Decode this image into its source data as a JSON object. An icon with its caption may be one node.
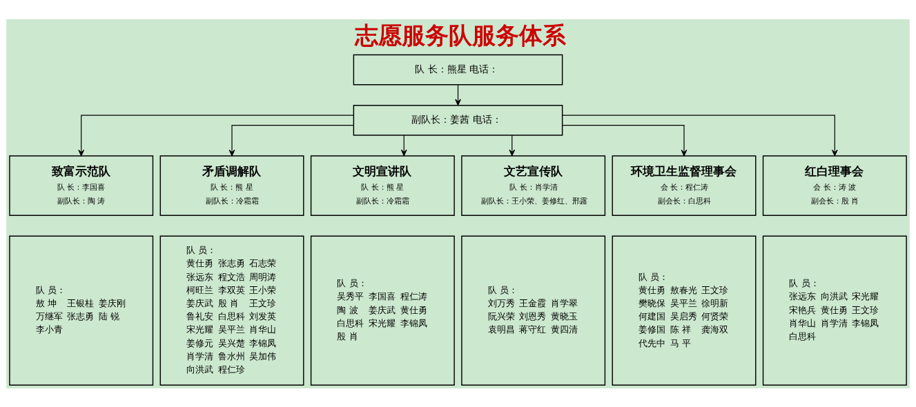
{
  "diagram": {
    "title": "志愿服务队服务体系",
    "nodes": [
      {
        "text": [
          "队 长：熊星 电话："
        ]
      },
      {
        "text": [
          "副队长：姜茜 电话："
        ]
      },
      {
        "text": [
          "致富示范队",
          "队 长：李国喜",
          "副队长：陶 涛"
        ]
      },
      {
        "text": [
          "矛盾调解队",
          "队 长：熊 星",
          "副队长：冷霜霜"
        ]
      },
      {
        "text": [
          "文明宣讲队",
          "队 长：熊 星",
          "副队长：冷霜霜"
        ]
      },
      {
        "text": [
          "文艺宣传队",
          "队 长：肖学清",
          "副队长：王小荣、姜修红、邢露"
        ]
      },
      {
        "text": [
          "环境卫生监督理事会",
          "会 长：程仁涛",
          "副会长：白思科"
        ]
      },
      {
        "text": [
          "红白理事会",
          "会 长：涛 波",
          "副会长：殷 肖"
        ]
      },
      {
        "text": [
          "队 员：",
          "敖 坤",
          "王银桂",
          "姜庆刚",
          "万继军",
          "张志勇",
          "陆 锐",
          "李小青"
        ]
      },
      {
        "text": [
          "队 员：",
          "黄仕勇",
          "张志勇",
          "石志荣",
          "张远东",
          "程文浩",
          "周明涛",
          "柯旺兰",
          "李双英",
          "王小荣",
          "姜庆武",
          "殷 肖",
          "王文珍",
          "鲁礼安",
          "白思科",
          "刘发英",
          "宋光耀",
          "吴平兰",
          "肖华山",
          "姜修元",
          "吴兴楚",
          "李锦凤",
          "肖学清",
          "鲁水州",
          "吴加伟",
          "向洪武",
          "程仁珍"
        ]
      },
      {
        "text": [
          "队 员：",
          "吴秀平",
          "李国喜",
          "程仁涛",
          "陶 波",
          "姜庆武",
          "黄仕勇",
          "白思科",
          "宋光耀",
          "李锦凤",
          "殷 肖"
        ]
      },
      {
        "text": [
          "队 员：",
          "刘万秀",
          "王金霞",
          "肖学翠",
          "阮兴荣",
          "刘恩秀",
          "黄晓玉",
          "袁明昌",
          "蒋守红",
          "黄四清"
        ]
      },
      {
        "text": [
          "队 员：",
          "黄仕勇",
          "敖春光",
          "王文珍",
          "樊晓保",
          "吴平兰",
          "徐明新",
          "何建国",
          "吴启秀",
          "何贤荣",
          "姜修国",
          "陈 祥",
          "龚海双",
          "代先中",
          "马 平"
        ]
      },
      {
        "text": [
          "队 员：",
          "张远东",
          "向洪武",
          "宋光耀",
          "宋艳兵",
          "黄仕勇",
          "王文珍",
          "肖华山",
          "肖学清",
          "李锦凤",
          "白思科"
        ]
      }
    ],
    "edges": [
      {
        "from": 0,
        "to": 1,
        "arrow": "to"
      },
      {
        "from": 1,
        "to": 2,
        "arrow": "to"
      },
      {
        "from": 1,
        "to": 3,
        "arrow": "to"
      },
      {
        "from": 1,
        "to": 4,
        "arrow": "to"
      },
      {
        "from": 1,
        "to": 5,
        "arrow": "to"
      },
      {
        "from": 1,
        "to": 6,
        "arrow": "to"
      },
      {
        "from": 1,
        "to": 7,
        "arrow": "to"
      }
    ]
  }
}
